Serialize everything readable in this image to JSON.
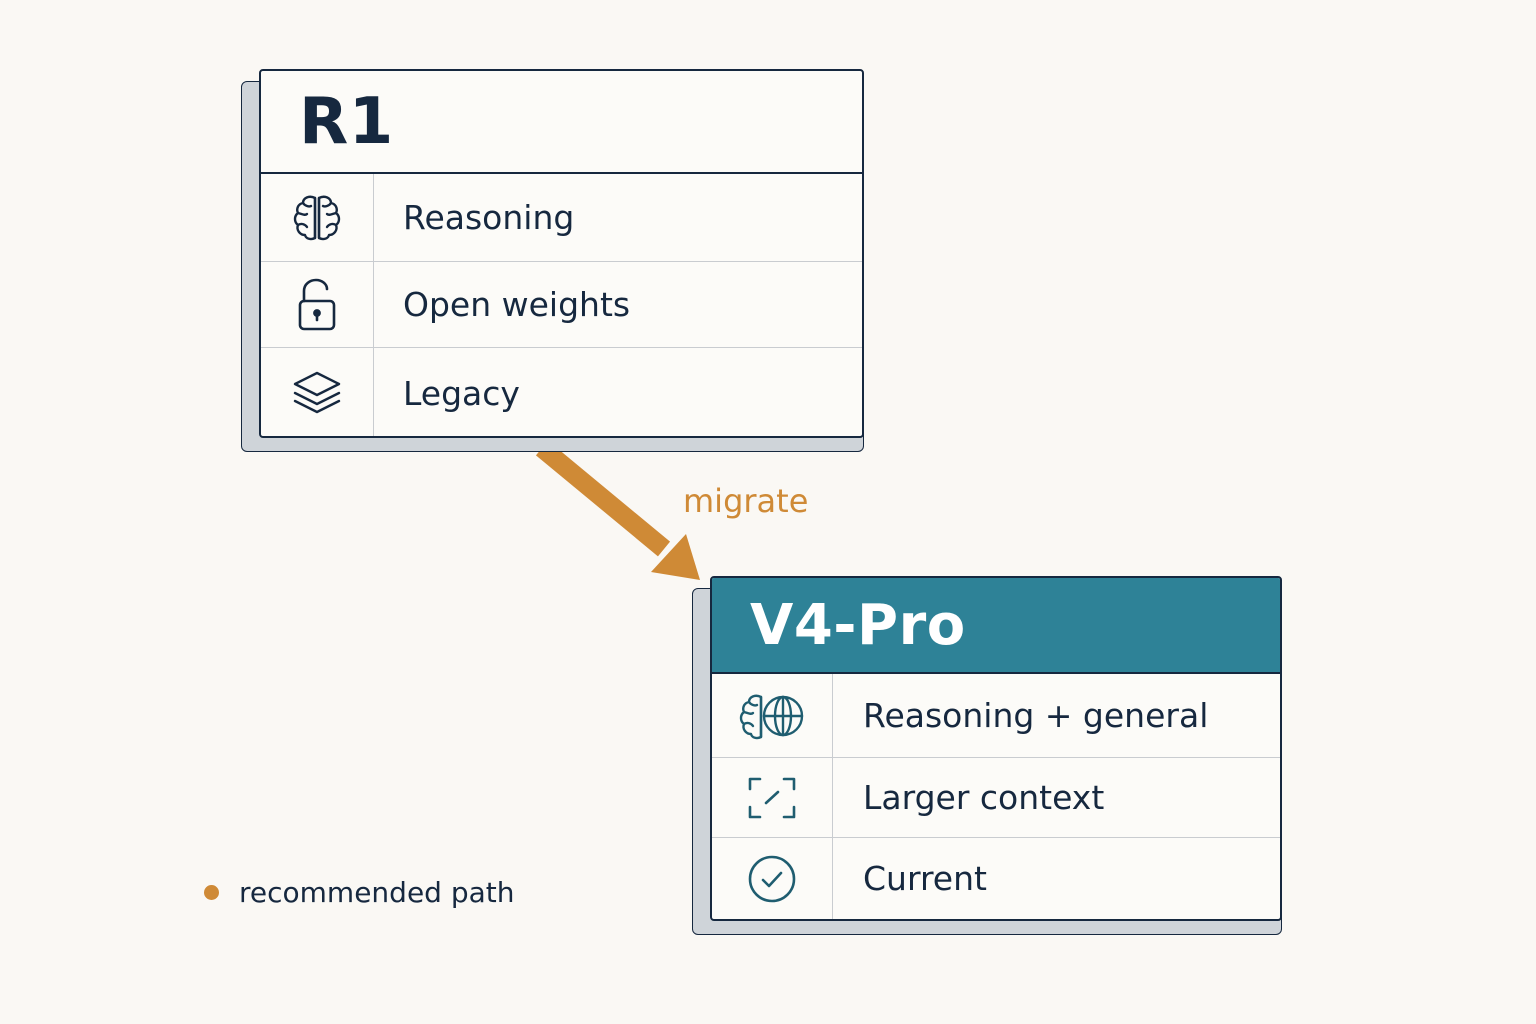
{
  "colors": {
    "background": "#faf8f4",
    "ink": "#16283f",
    "accent_teal": "#2e8297",
    "accent_orange": "#cf8a36"
  },
  "source_card": {
    "title": "R1",
    "rows": [
      {
        "icon": "brain-icon",
        "label": "Reasoning"
      },
      {
        "icon": "unlocked-padlock-icon",
        "label": "Open weights"
      },
      {
        "icon": "stacked-layers-icon",
        "label": "Legacy"
      }
    ]
  },
  "target_card": {
    "title": "V4-Pro",
    "rows": [
      {
        "icon": "brain-globe-icon",
        "label": "Reasoning + general"
      },
      {
        "icon": "expand-frame-icon",
        "label": "Larger context"
      },
      {
        "icon": "check-circle-icon",
        "label": "Current"
      }
    ]
  },
  "edge": {
    "label": "migrate"
  },
  "legend": {
    "label": "recommended path"
  }
}
